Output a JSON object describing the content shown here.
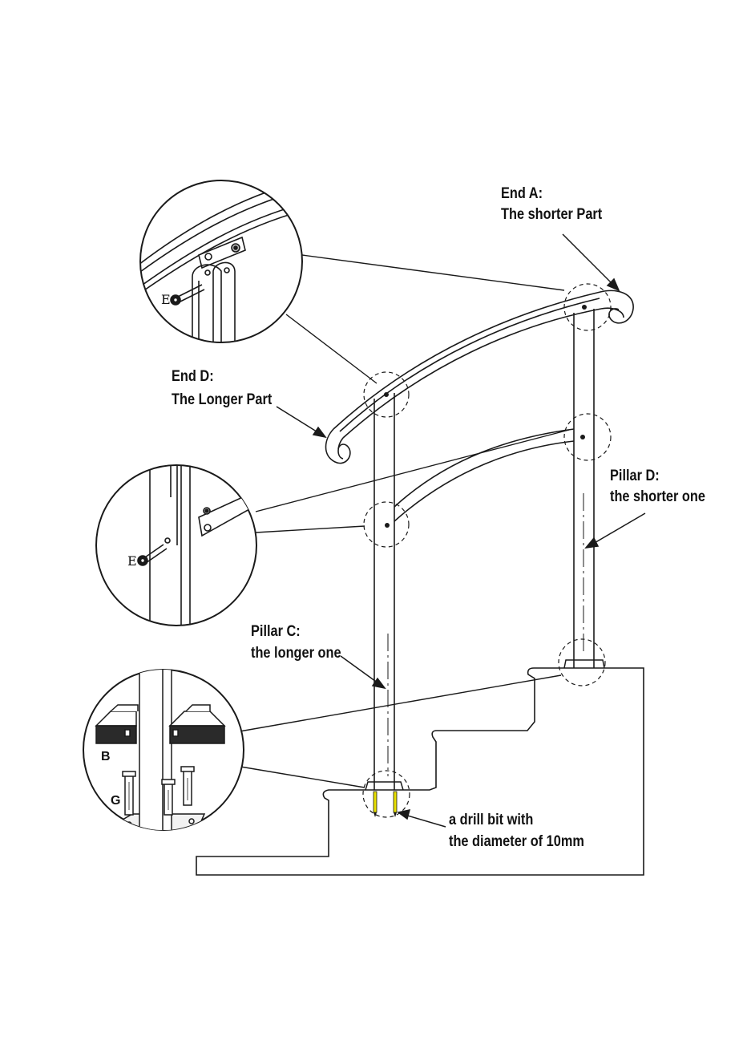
{
  "labels": {
    "end_a_title": "End A:",
    "end_a_desc": "The shorter Part",
    "end_d_title": "End D:",
    "end_d_desc": "The Longer Part",
    "pillar_d_title": "Pillar D:",
    "pillar_d_desc": "the shorter one",
    "pillar_c_title": "Pillar C:",
    "pillar_c_desc": "the longer one",
    "drill_line1": "a drill bit with",
    "drill_line2": "the diameter of 10mm"
  },
  "parts": {
    "bolt_top": "E",
    "bolt_mid": "E",
    "cover": "B",
    "anchor": "G"
  },
  "colors": {
    "line": "#1a1a1a",
    "drill_highlight": "#e8e000"
  }
}
